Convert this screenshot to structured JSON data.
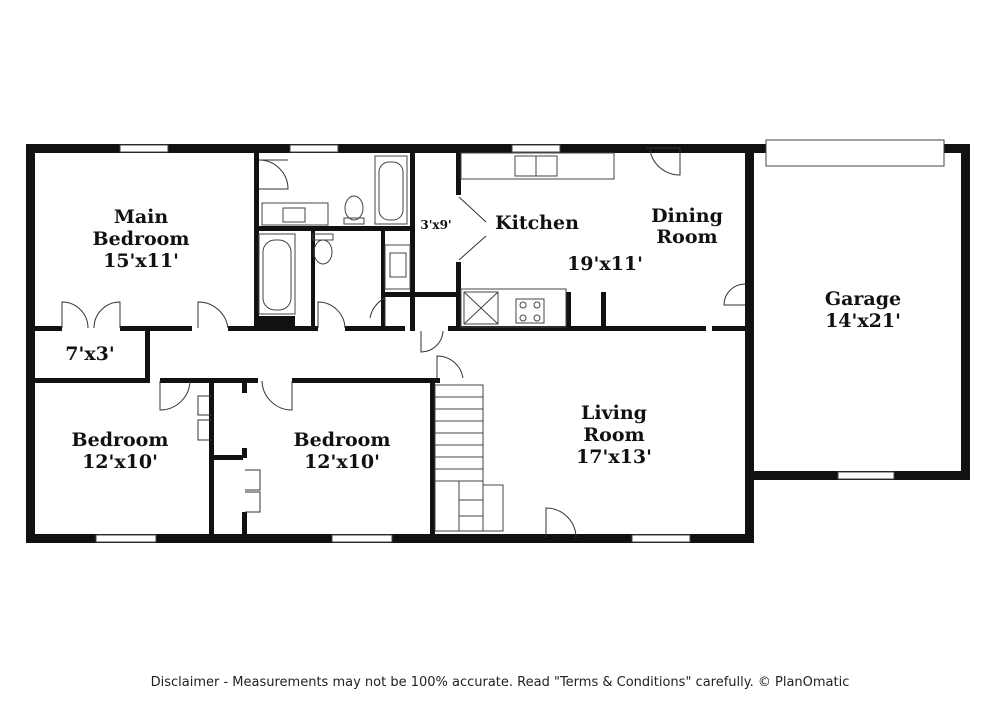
{
  "rooms": {
    "main_bedroom": {
      "name_line1": "Main",
      "name_line2": "Bedroom",
      "size": "15'x11'"
    },
    "closet_small": {
      "size": "7'x3'"
    },
    "kitchen_pantry": {
      "size": "3'x9'"
    },
    "kitchen": {
      "name": "Kitchen"
    },
    "dining": {
      "name_line1": "Dining",
      "name_line2": "Room"
    },
    "kitchen_dining_size": {
      "size": "19'x11'"
    },
    "garage": {
      "name": "Garage",
      "size": "14'x21'"
    },
    "bedroom_left": {
      "name": "Bedroom",
      "size": "12'x10'"
    },
    "bedroom_mid": {
      "name": "Bedroom",
      "size": "12'x10'"
    },
    "living": {
      "name_line1": "Living",
      "name_line2": "Room",
      "size": "17'x13'"
    }
  },
  "disclaimer": "Disclaimer - Measurements may not be 100% accurate. Read \"Terms & Conditions\" carefully. © PlanOmatic"
}
